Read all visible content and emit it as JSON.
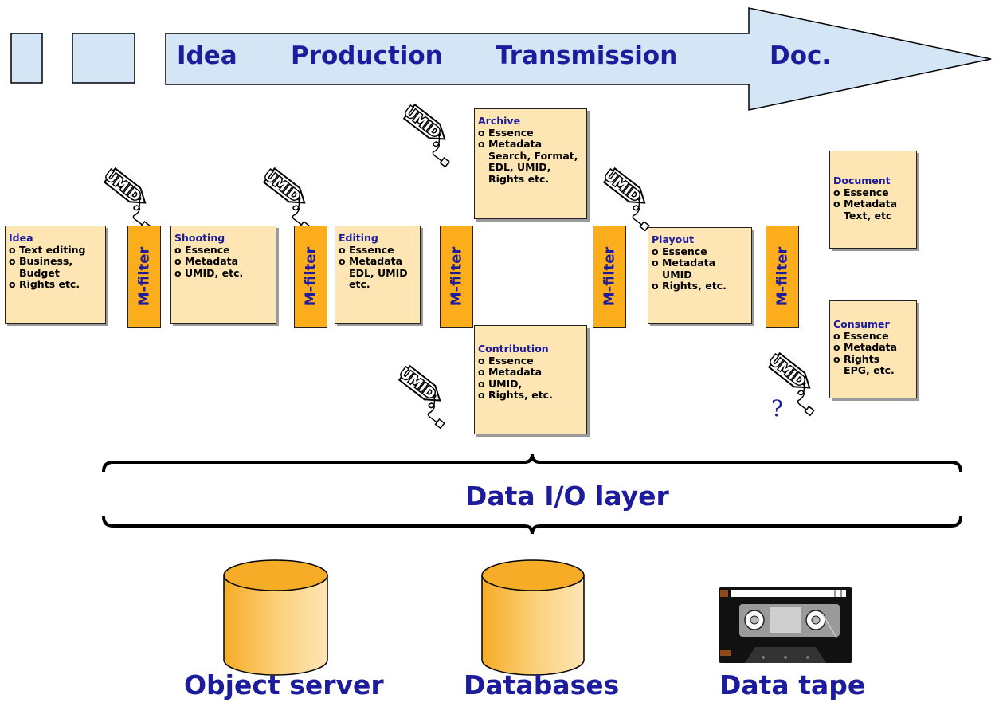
{
  "timeline": {
    "stages": [
      "Idea",
      "Production",
      "Transmission",
      "Doc."
    ]
  },
  "filter_label": "M-filter",
  "tag_label": "UMID",
  "boxes": {
    "idea": {
      "title": "Idea",
      "lines": [
        "o Text editing",
        "o Business,",
        "   Budget",
        "o Rights etc."
      ]
    },
    "shooting": {
      "title": "Shooting",
      "lines": [
        "o Essence",
        "o Metadata",
        "o UMID, etc."
      ]
    },
    "editing": {
      "title": "Editing",
      "lines": [
        "o Essence",
        "o Metadata",
        "   EDL, UMID",
        "   etc."
      ]
    },
    "archive": {
      "title": "Archive",
      "lines": [
        "o Essence",
        "o Metadata",
        "   Search, Format,",
        "   EDL, UMID,",
        "   Rights etc."
      ]
    },
    "contribution": {
      "title": "Contribution",
      "lines": [
        "o Essence",
        "o Metadata",
        "o UMID,",
        "o Rights, etc."
      ]
    },
    "playout": {
      "title": "Playout",
      "lines": [
        "o Essence",
        "o Metadata",
        "   UMID",
        "o Rights, etc."
      ]
    },
    "document": {
      "title": "Document",
      "lines": [
        "o Essence",
        "o Metadata",
        "   Text, etc"
      ]
    },
    "consumer": {
      "title": "Consumer",
      "lines": [
        "o Essence",
        "o Metadata",
        "o Rights",
        "   EPG, etc."
      ]
    }
  },
  "question_mark": "?",
  "io_layer_label": "Data I/O layer",
  "storage": [
    "Object server",
    "Databases",
    "Data tape"
  ],
  "colors": {
    "text_blue": "#1c1c9c",
    "arrow_fill": "#d4e6f5",
    "box_fill": "#fde6b4",
    "filter_fill": "#fbad1b",
    "cylinder_orange": "#f6ac26",
    "cylinder_light": "#fde5b4"
  }
}
